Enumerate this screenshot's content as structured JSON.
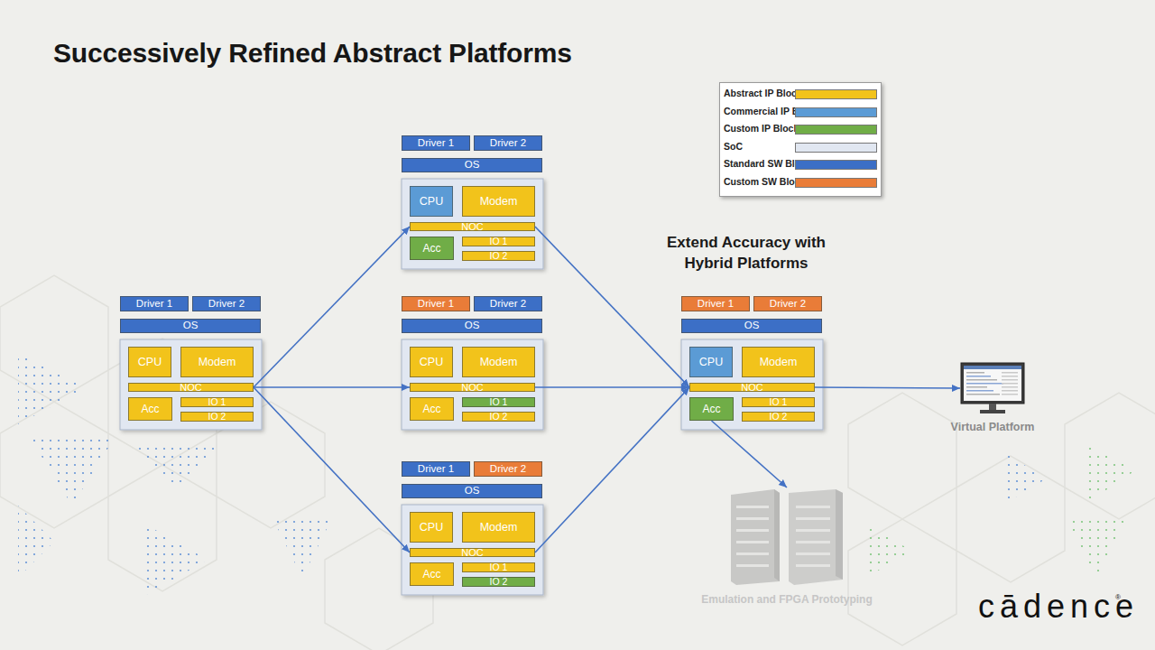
{
  "diagram": {
    "title": "Successively Refined Abstract Platforms",
    "nodes": [
      {
        "text": [
          "Driver 1"
        ]
      },
      {
        "text": [
          "Driver 2"
        ]
      },
      {
        "text": [
          "OS"
        ]
      },
      {
        "text": [
          "CPU"
        ]
      },
      {
        "text": [
          "Modem"
        ]
      },
      {
        "text": [
          "NOC"
        ]
      },
      {
        "text": [
          "Acc"
        ]
      },
      {
        "text": [
          "IO 1"
        ]
      },
      {
        "text": [
          "IO 2"
        ]
      },
      {
        "text": [
          "Driver 1"
        ]
      },
      {
        "text": [
          "Driver 2"
        ]
      },
      {
        "text": [
          "OS"
        ]
      },
      {
        "text": [
          "CPU"
        ]
      },
      {
        "text": [
          "Modem"
        ]
      },
      {
        "text": [
          "NOC"
        ]
      },
      {
        "text": [
          "Acc"
        ]
      },
      {
        "text": [
          "IO 1"
        ]
      },
      {
        "text": [
          "IO 2"
        ]
      },
      {
        "text": [
          "Driver 1"
        ]
      },
      {
        "text": [
          "Driver 2"
        ]
      },
      {
        "text": [
          "OS"
        ]
      },
      {
        "text": [
          "CPU"
        ]
      },
      {
        "text": [
          "Modem"
        ]
      },
      {
        "text": [
          "NOC"
        ]
      },
      {
        "text": [
          "Acc"
        ]
      },
      {
        "text": [
          "IO 1"
        ]
      },
      {
        "text": [
          "IO 2"
        ]
      },
      {
        "text": [
          "Driver 1"
        ]
      },
      {
        "text": [
          "Driver 2"
        ]
      },
      {
        "text": [
          "OS"
        ]
      },
      {
        "text": [
          "CPU"
        ]
      },
      {
        "text": [
          "Modem"
        ]
      },
      {
        "text": [
          "NOC"
        ]
      },
      {
        "text": [
          "Acc"
        ]
      },
      {
        "text": [
          "IO 1"
        ]
      },
      {
        "text": [
          "IO 2"
        ]
      },
      {
        "text": [
          "Driver 1"
        ]
      },
      {
        "text": [
          "Driver 2"
        ]
      },
      {
        "text": [
          "OS"
        ]
      },
      {
        "text": [
          "CPU"
        ]
      },
      {
        "text": [
          "Modem"
        ]
      },
      {
        "text": [
          "NOC"
        ]
      },
      {
        "text": [
          "Acc"
        ]
      },
      {
        "text": [
          "IO 1"
        ]
      },
      {
        "text": [
          "IO 2"
        ]
      },
      {
        "text": [
          "Virtual Platform"
        ]
      },
      {
        "text": [
          "Emulation and FPGA Prototyping"
        ]
      }
    ],
    "edges": [
      {
        "from": 5,
        "to": 14,
        "arrow": "to"
      },
      {
        "from": 5,
        "to": 23,
        "arrow": "to"
      },
      {
        "from": 5,
        "to": 32,
        "arrow": "to"
      },
      {
        "from": 14,
        "to": 41,
        "arrow": "to"
      },
      {
        "from": 23,
        "to": 41,
        "arrow": "to"
      },
      {
        "from": 32,
        "to": 41,
        "arrow": "to"
      },
      {
        "from": 41,
        "to": 45,
        "arrow": "to"
      },
      {
        "from": 42,
        "to": 46,
        "arrow": "to"
      }
    ],
    "labels": [
      "Extend Accuracy with Hybrid Platforms",
      "cādence",
      "®"
    ],
    "legend": [
      {
        "text": "Abstract IP Block",
        "color": "#f2c31b"
      },
      {
        "text": "Commercial IP Block",
        "color": "#5b9bd5"
      },
      {
        "text": "Custom IP Block",
        "color": "#70ad47"
      },
      {
        "text": "SoC",
        "color": "#e1e7f1"
      },
      {
        "text": "Standard SW Block",
        "color": "#3c6fc6"
      },
      {
        "text": "Custom SW Block",
        "color": "#e97c38"
      }
    ]
  }
}
